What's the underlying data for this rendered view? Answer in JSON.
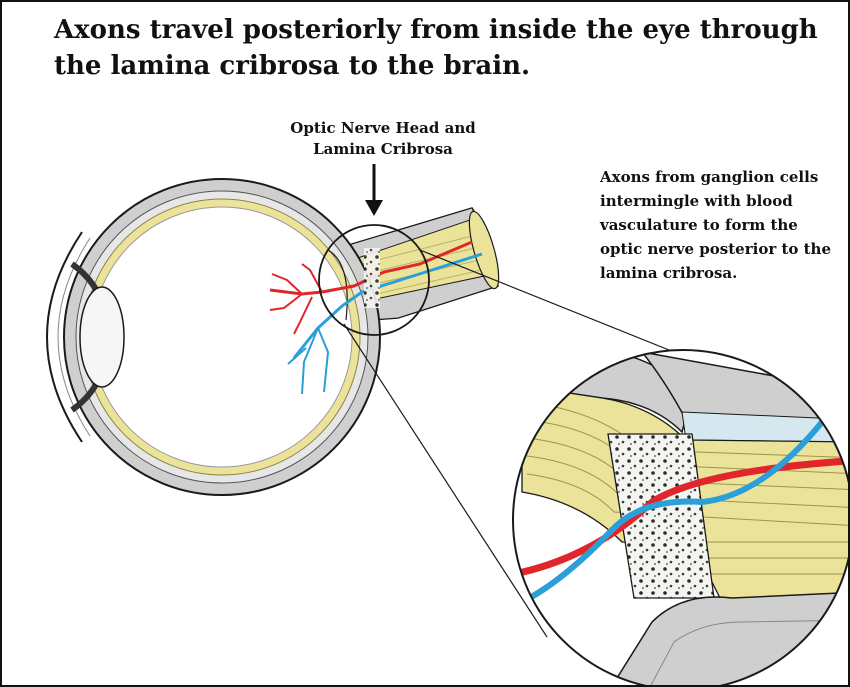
{
  "title": "Axons travel posteriorly from inside the eye through the lamina cribrosa to the brain.",
  "labels": {
    "optic_nerve_head": "Optic Nerve Head and Lamina Cribrosa",
    "axons_description": "Axons from ganglion cells intermingle with blood vasculature to form the optic nerve posterior to the lamina cribrosa."
  },
  "colors": {
    "artery": "#e0262b",
    "vein": "#2a9fd8",
    "axons": "#ece39a",
    "sclera": "#cfcfcf",
    "lamina": "#f2f2ee",
    "outline": "#1a1a1a",
    "sheath": "#d5e8ef"
  }
}
